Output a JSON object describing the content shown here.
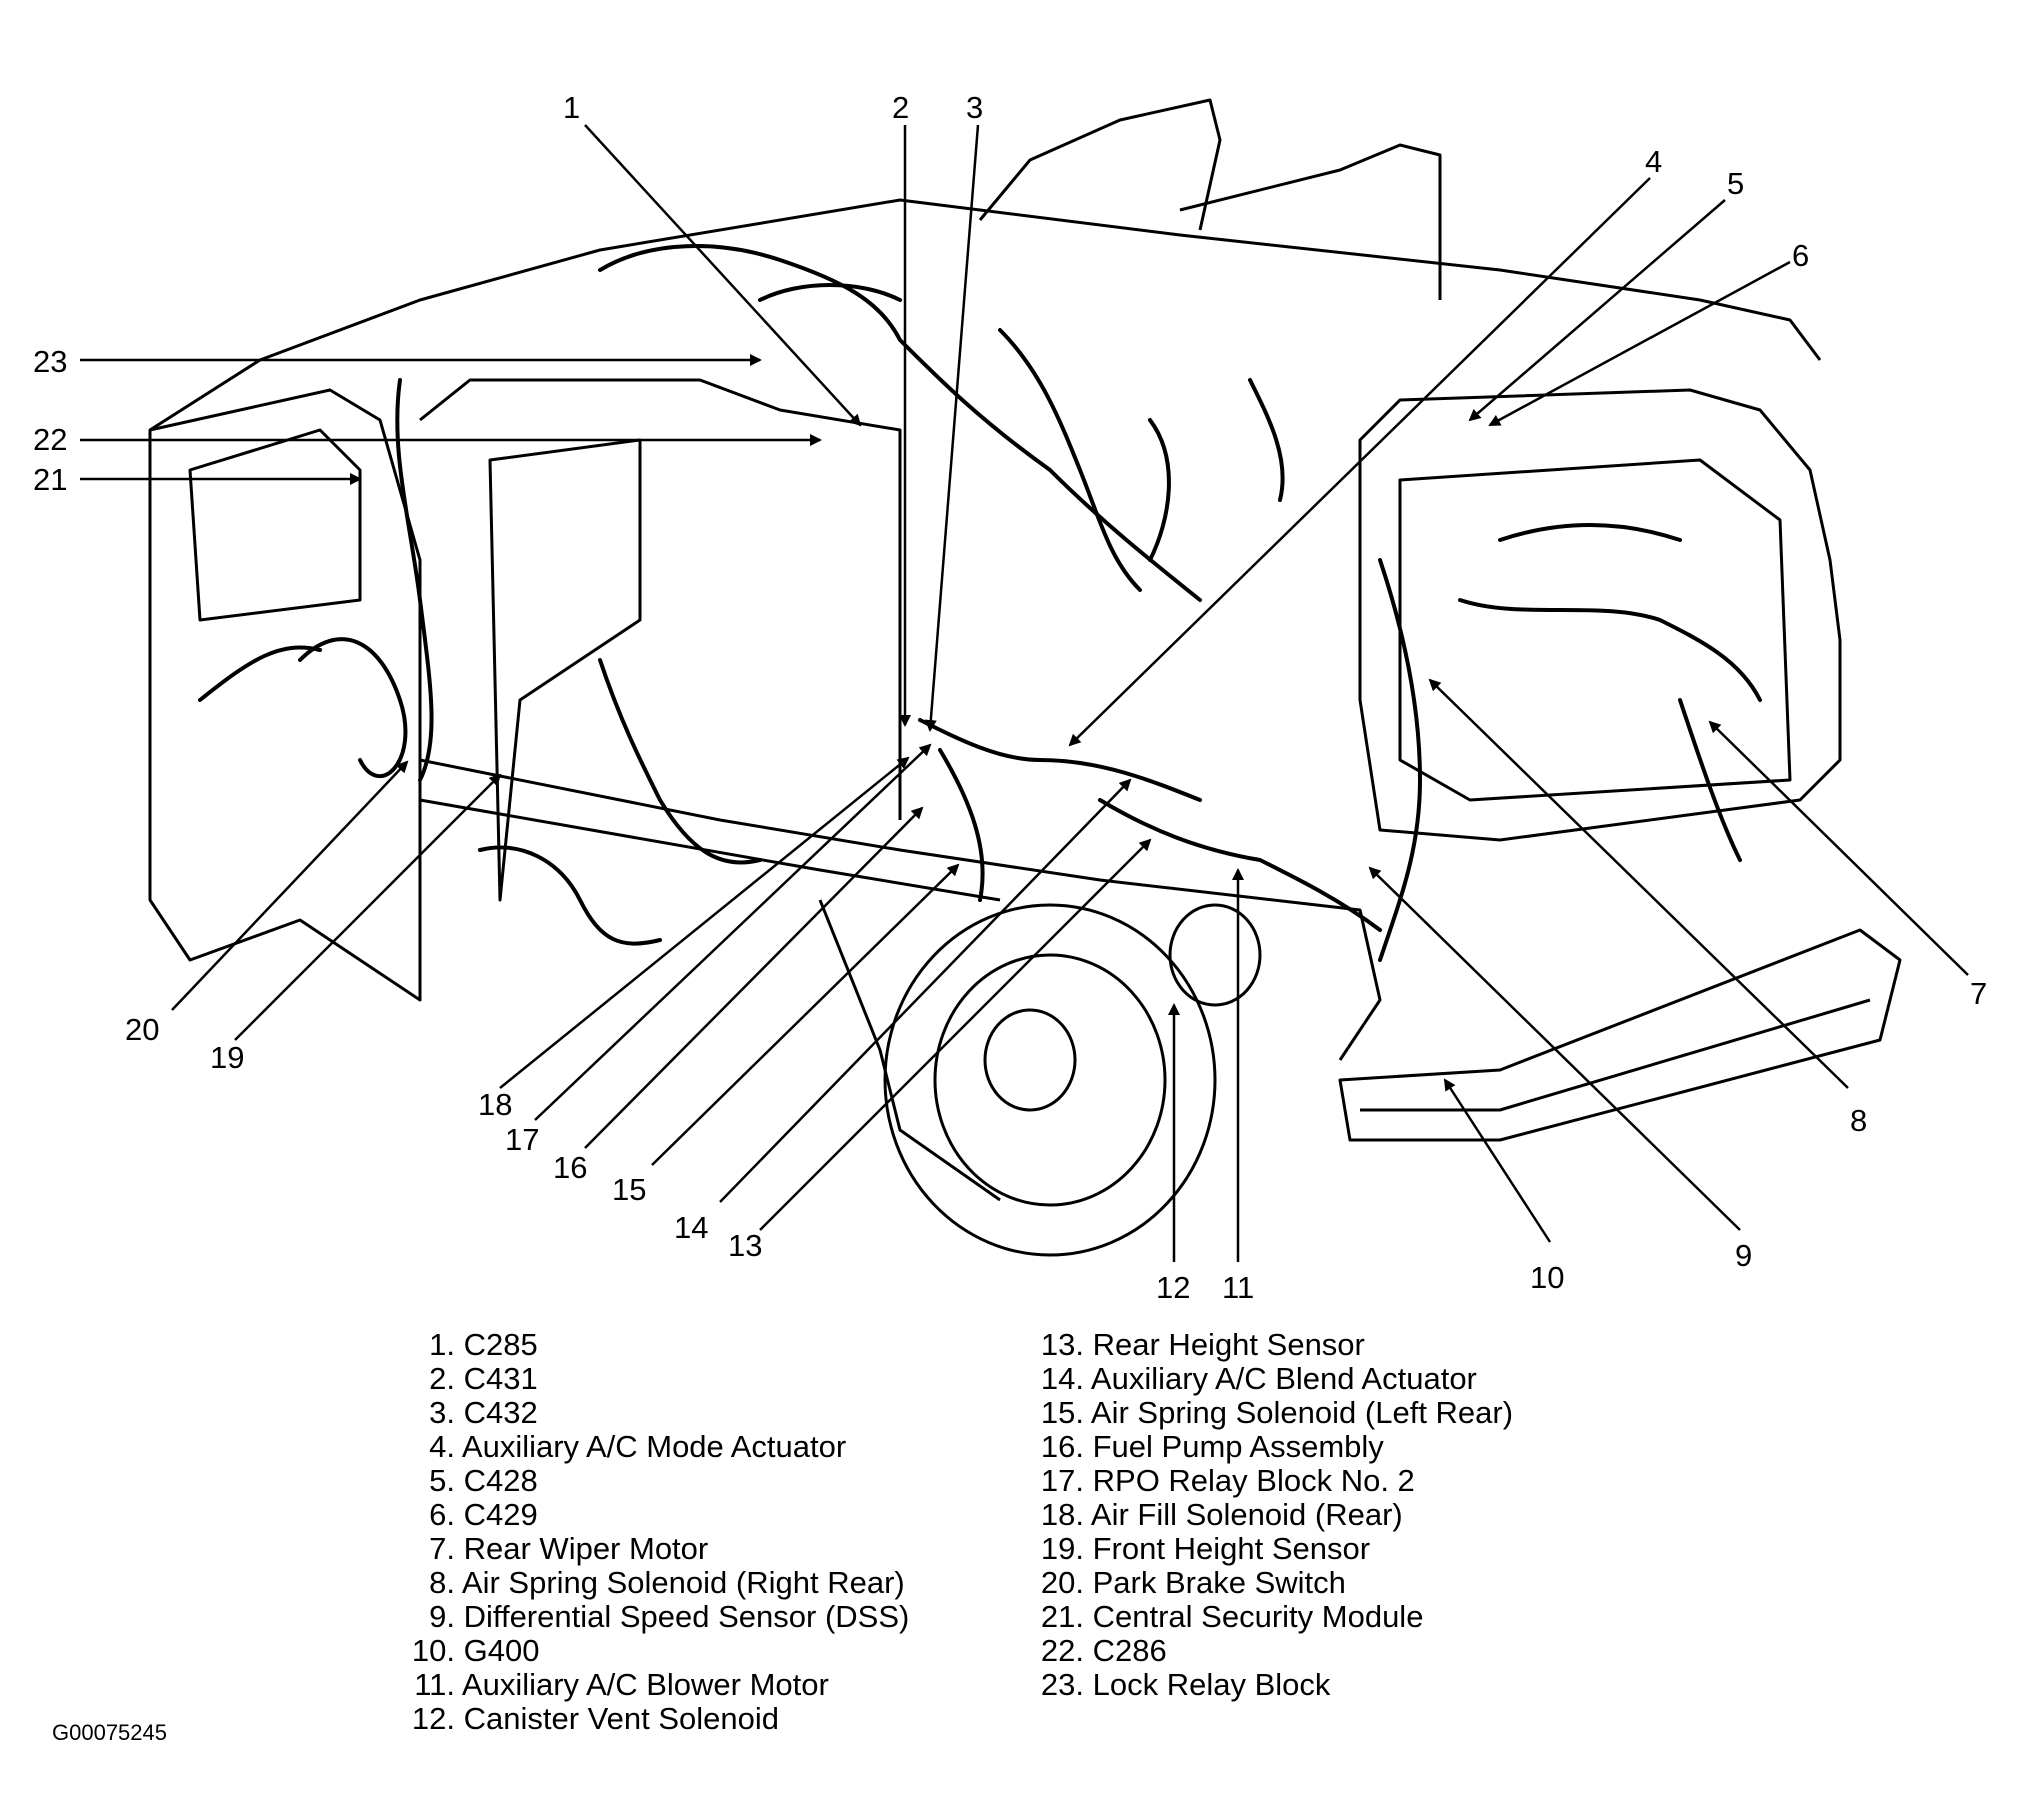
{
  "callout_numbers": [
    "1",
    "2",
    "3",
    "4",
    "5",
    "6",
    "7",
    "8",
    "9",
    "10",
    "11",
    "12",
    "13",
    "14",
    "15",
    "16",
    "17",
    "18",
    "19",
    "20",
    "21",
    "22",
    "23"
  ],
  "legend_left": [
    {
      "num": "1.",
      "text": "C285"
    },
    {
      "num": "2.",
      "text": "C431"
    },
    {
      "num": "3.",
      "text": "C432"
    },
    {
      "num": "4.",
      "text": "Auxiliary A/C Mode Actuator"
    },
    {
      "num": "5.",
      "text": "C428"
    },
    {
      "num": "6.",
      "text": "C429"
    },
    {
      "num": "7.",
      "text": "Rear Wiper Motor"
    },
    {
      "num": "8.",
      "text": "Air Spring Solenoid (Right Rear)"
    },
    {
      "num": "9.",
      "text": "Differential Speed Sensor (DSS)"
    },
    {
      "num": "10.",
      "text": "G400"
    },
    {
      "num": "11.",
      "text": "Auxiliary A/C Blower Motor"
    },
    {
      "num": "12.",
      "text": "Canister Vent Solenoid"
    }
  ],
  "legend_right": [
    {
      "num": "13.",
      "text": "Rear Height Sensor"
    },
    {
      "num": "14.",
      "text": "Auxiliary A/C Blend Actuator"
    },
    {
      "num": "15.",
      "text": "Air Spring Solenoid (Left Rear)"
    },
    {
      "num": "16.",
      "text": "Fuel Pump Assembly"
    },
    {
      "num": "17.",
      "text": "RPO Relay Block No. 2"
    },
    {
      "num": "18.",
      "text": "Air Fill Solenoid (Rear)"
    },
    {
      "num": "19.",
      "text": "Front Height Sensor"
    },
    {
      "num": "20.",
      "text": "Park Brake Switch"
    },
    {
      "num": "21.",
      "text": "Central Security Module"
    },
    {
      "num": "22.",
      "text": "C286"
    },
    {
      "num": "23.",
      "text": "Lock Relay Block"
    }
  ],
  "figure_id": "G00075245",
  "colors": {
    "ink": "#000000",
    "background": "#ffffff"
  }
}
